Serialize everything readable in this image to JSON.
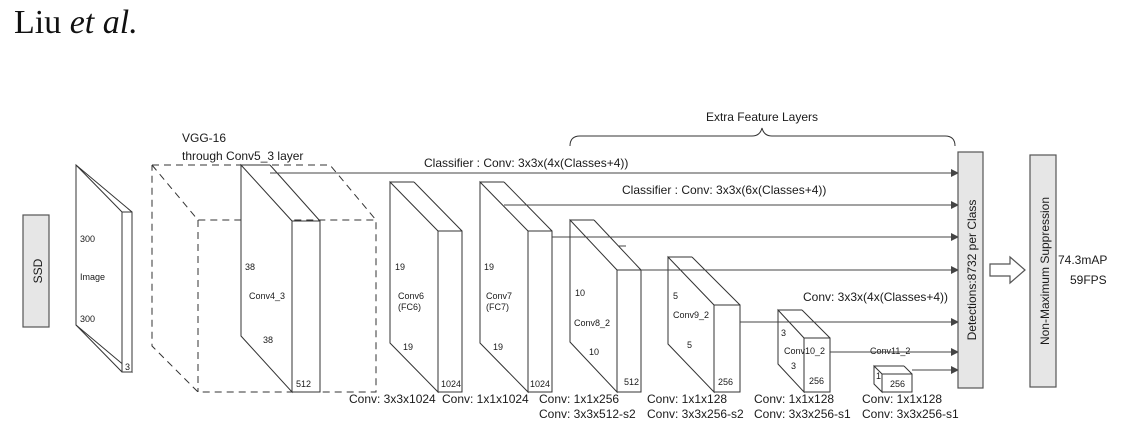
{
  "header": {
    "author": "Liu",
    "etal": "et al."
  },
  "diagram": {
    "ssd_label": "SSD",
    "vgg_title": "VGG-16",
    "vgg_subtitle": "through Conv5_3 layer",
    "extra_layers_title": "Extra Feature Layers",
    "image_block": {
      "top": "300",
      "name": "Image",
      "bottom": "300",
      "depth": "3"
    },
    "conv4_3": {
      "size": "38",
      "name": "Conv4_3",
      "size2": "38",
      "depth": "512"
    },
    "conv6": {
      "size": "19",
      "name": "Conv6",
      "sub": "(FC6)",
      "size2": "19",
      "depth": "1024"
    },
    "conv7": {
      "size": "19",
      "name": "Conv7",
      "sub": "(FC7)",
      "size2": "19",
      "depth": "1024"
    },
    "conv8_2": {
      "size": "10",
      "name": "Conv8_2",
      "size2": "10",
      "depth": "512"
    },
    "conv9_2": {
      "size": "5",
      "name": "Conv9_2",
      "size2": "5",
      "depth": "256"
    },
    "conv10_2": {
      "size": "3",
      "name": "Conv10_2",
      "size2": "3",
      "depth": "256"
    },
    "conv11_2": {
      "name": "Conv11_2",
      "size": "1",
      "depth": "256"
    },
    "classifier_1": "Classifier : Conv: 3x3x(4x(Classes+4))",
    "classifier_2": "Classifier : Conv: 3x3x(6x(Classes+4))",
    "classifier_3": "Conv: 3x3x(4x(Classes+4))",
    "bottom_labels": {
      "conv6": "Conv: 3x3x1024",
      "conv7": "Conv: 1x1x1024",
      "conv8_a": "Conv: 1x1x256",
      "conv8_b": "Conv:  3x3x512-s2",
      "conv9_a": "Conv: 1x1x128",
      "conv9_b": "Conv: 3x3x256-s2",
      "conv10_a": "Conv: 1x1x128",
      "conv10_b": "Conv: 3x3x256-s1",
      "conv11_a": "Conv: 1x1x128",
      "conv11_b": "Conv: 3x3x256-s1"
    },
    "detections_label": "Detections:8732  per Class",
    "nms_label": "Non-Maximum Suppression",
    "result_map": "74.3mAP",
    "result_fps": "59FPS"
  }
}
